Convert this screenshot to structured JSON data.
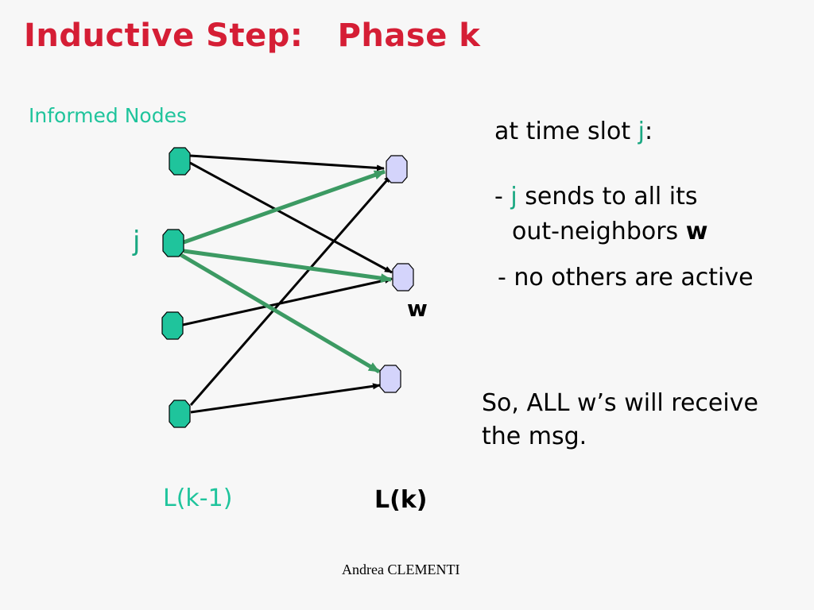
{
  "title": "Inductive Step:   Phase k",
  "informed_label": "Informed Nodes",
  "node_label_j": "j",
  "node_label_w": "w",
  "layer_left_label": "L(k-1)",
  "layer_right_label": "L(k)",
  "text": {
    "line1_prefix": "at time slot ",
    "line1_j": "j",
    "line1_suffix": ":",
    "line2_dash": "- ",
    "line2_j": "j",
    "line2_rest": " sends to all its",
    "line3_text": "out-neighbors ",
    "line3_w": "w",
    "line4": "- no others are active",
    "line5": "So, ALL w’s will receive",
    "line6": "the msg."
  },
  "footer": "Andrea CLEMENTI",
  "colors": {
    "title": "#d51e35",
    "informed_node": "#1fc49c",
    "uninformed_node": "#d4d4fb",
    "green_arrow": "#3c9a63",
    "black_arrow": "#000000"
  }
}
